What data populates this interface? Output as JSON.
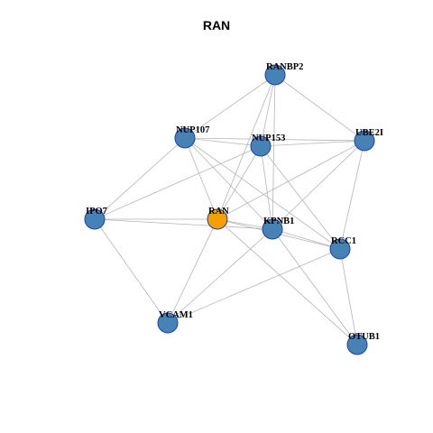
{
  "title": "RAN",
  "colors": {
    "node_default": "#4682b4",
    "node_focus": "#f5a000",
    "node_border": "#1f3fb0",
    "edge": "#b5b5b5"
  },
  "nodes": [
    {
      "id": "RANBP2",
      "label": "RANBP2",
      "focus": false
    },
    {
      "id": "NUP107",
      "label": "NUP107",
      "focus": false
    },
    {
      "id": "NUP153",
      "label": "NUP153",
      "focus": false
    },
    {
      "id": "UBE2I",
      "label": "UBE2I",
      "focus": false
    },
    {
      "id": "IPO7",
      "label": "IPO7",
      "focus": false
    },
    {
      "id": "RAN",
      "label": "RAN",
      "focus": true
    },
    {
      "id": "KPNB1",
      "label": "KPNB1",
      "focus": false
    },
    {
      "id": "RCC1",
      "label": "RCC1",
      "focus": false
    },
    {
      "id": "VCAM1",
      "label": "VCAM1",
      "focus": false
    },
    {
      "id": "OTUB1",
      "label": "OTUB1",
      "focus": false
    }
  ],
  "edges": [
    [
      "RANBP2",
      "NUP107"
    ],
    [
      "RANBP2",
      "NUP153"
    ],
    [
      "RANBP2",
      "UBE2I"
    ],
    [
      "RANBP2",
      "RAN"
    ],
    [
      "RANBP2",
      "KPNB1"
    ],
    [
      "NUP107",
      "NUP153"
    ],
    [
      "NUP107",
      "UBE2I"
    ],
    [
      "NUP107",
      "IPO7"
    ],
    [
      "NUP107",
      "RAN"
    ],
    [
      "NUP107",
      "KPNB1"
    ],
    [
      "NUP107",
      "RCC1"
    ],
    [
      "NUP153",
      "UBE2I"
    ],
    [
      "NUP153",
      "IPO7"
    ],
    [
      "NUP153",
      "RAN"
    ],
    [
      "NUP153",
      "KPNB1"
    ],
    [
      "NUP153",
      "RCC1"
    ],
    [
      "UBE2I",
      "RAN"
    ],
    [
      "UBE2I",
      "KPNB1"
    ],
    [
      "UBE2I",
      "RCC1"
    ],
    [
      "IPO7",
      "RAN"
    ],
    [
      "IPO7",
      "KPNB1"
    ],
    [
      "IPO7",
      "VCAM1"
    ],
    [
      "RAN",
      "KPNB1"
    ],
    [
      "RAN",
      "RCC1"
    ],
    [
      "RAN",
      "VCAM1"
    ],
    [
      "RAN",
      "OTUB1"
    ],
    [
      "KPNB1",
      "RCC1"
    ],
    [
      "KPNB1",
      "VCAM1"
    ],
    [
      "KPNB1",
      "OTUB1"
    ],
    [
      "RCC1",
      "VCAM1"
    ],
    [
      "RCC1",
      "OTUB1"
    ]
  ]
}
